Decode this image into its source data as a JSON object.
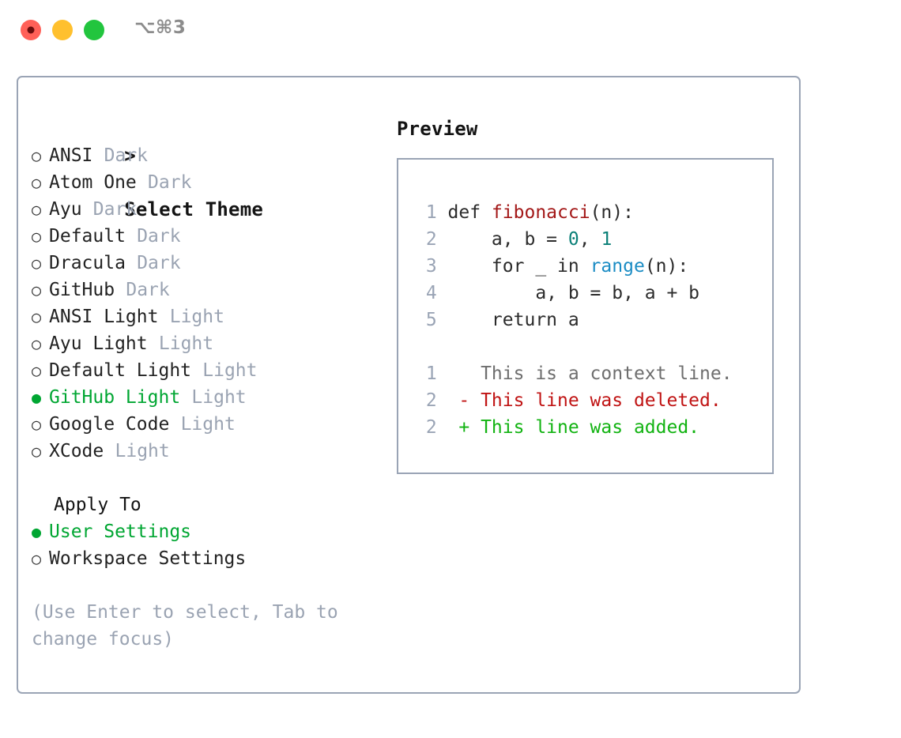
{
  "window": {
    "shortcut_label": "⌥⌘3",
    "traffic_lights": [
      {
        "name": "close",
        "color": "#FF6058"
      },
      {
        "name": "minimize",
        "color": "#FFC02E"
      },
      {
        "name": "zoom",
        "color": "#22C53E"
      }
    ]
  },
  "theme_picker": {
    "caret": ">",
    "title": "Select Theme",
    "bullet_off": "○",
    "bullet_on": "●",
    "items": [
      {
        "label": "ANSI",
        "tag": "Dark",
        "selected": false
      },
      {
        "label": "Atom One",
        "tag": "Dark",
        "selected": false
      },
      {
        "label": "Ayu",
        "tag": "Dark",
        "selected": false
      },
      {
        "label": "Default",
        "tag": "Dark",
        "selected": false
      },
      {
        "label": "Dracula",
        "tag": "Dark",
        "selected": false
      },
      {
        "label": "GitHub",
        "tag": "Dark",
        "selected": false
      },
      {
        "label": "ANSI Light",
        "tag": "Light",
        "selected": false
      },
      {
        "label": "Ayu Light",
        "tag": "Light",
        "selected": false
      },
      {
        "label": "Default Light",
        "tag": "Light",
        "selected": false
      },
      {
        "label": "GitHub Light",
        "tag": "Light",
        "selected": true
      },
      {
        "label": "Google Code",
        "tag": "Light",
        "selected": false
      },
      {
        "label": "XCode",
        "tag": "Light",
        "selected": false
      }
    ]
  },
  "apply_to": {
    "title": "Apply To",
    "items": [
      {
        "label": "User Settings",
        "selected": true
      },
      {
        "label": "Workspace Settings",
        "selected": false
      }
    ]
  },
  "hint": "(Use Enter to select, Tab to change focus)",
  "preview": {
    "title": "Preview",
    "code_lines": [
      {
        "ln": "1",
        "tokens": [
          {
            "t": "def ",
            "c": "plain"
          },
          {
            "t": "fibonacci",
            "c": "fn"
          },
          {
            "t": "(n):",
            "c": "plain"
          }
        ]
      },
      {
        "ln": "2",
        "tokens": [
          {
            "t": "    a, b = ",
            "c": "plain"
          },
          {
            "t": "0",
            "c": "num"
          },
          {
            "t": ", ",
            "c": "plain"
          },
          {
            "t": "1",
            "c": "num"
          }
        ]
      },
      {
        "ln": "3",
        "tokens": [
          {
            "t": "    for _ in ",
            "c": "plain"
          },
          {
            "t": "range",
            "c": "call"
          },
          {
            "t": "(n):",
            "c": "plain"
          }
        ]
      },
      {
        "ln": "4",
        "tokens": [
          {
            "t": "        a, b = b, a + b",
            "c": "plain"
          }
        ]
      },
      {
        "ln": "5",
        "tokens": [
          {
            "t": "    return a",
            "c": "plain"
          }
        ]
      }
    ],
    "diff_lines": [
      {
        "ln": "1",
        "marker": " ",
        "text": "This is a context line.",
        "kind": "ctx"
      },
      {
        "ln": "2",
        "marker": "-",
        "text": "This line was deleted.",
        "kind": "del"
      },
      {
        "ln": "2",
        "marker": "+",
        "text": "This line was added.",
        "kind": "add"
      }
    ]
  },
  "colors": {
    "accent_green": "#00A632",
    "muted_slate": "#9AA3B2",
    "border": "#9AA4B5",
    "syntax_function": "#A31818",
    "syntax_number": "#0B8078",
    "syntax_call": "#1B8CC4",
    "diff_deleted": "#C01414",
    "diff_added": "#12B312",
    "diff_context": "#6E6E6E"
  }
}
